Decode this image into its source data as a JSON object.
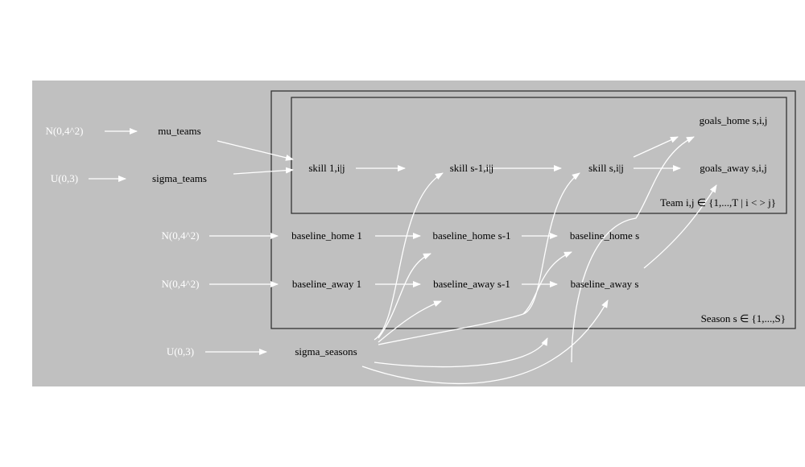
{
  "colors": {
    "background": "#c0c0c0",
    "edge": "#ffffff",
    "plate_border": "#333333"
  },
  "priors": {
    "mu_prior": "N(0,4^2)",
    "sigma_teams_prior": "U(0,3)",
    "baseline_home_prior": "N(0,4^2)",
    "baseline_away_prior": "N(0,4^2)",
    "sigma_seasons_prior": "U(0,3)"
  },
  "nodes": {
    "mu_teams": "mu_teams",
    "sigma_teams": "sigma_teams",
    "sigma_seasons": "sigma_seasons",
    "skill_1": "skill 1,i|j",
    "skill_s1": "skill s-1,i|j",
    "skill_s": "skill s,i|j",
    "goals_home": "goals_home s,i,j",
    "goals_away": "goals_away s,i,j",
    "baseline_home_1": "baseline_home 1",
    "baseline_home_s1": "baseline_home s-1",
    "baseline_home_s": "baseline_home s",
    "baseline_away_1": "baseline_away 1",
    "baseline_away_s1": "baseline_away s-1",
    "baseline_away_s": "baseline_away s"
  },
  "plates": {
    "team": "Team i,j ∈  {1,...,T | i < > j}",
    "season": "Season s ∈  {1,...,S}"
  }
}
